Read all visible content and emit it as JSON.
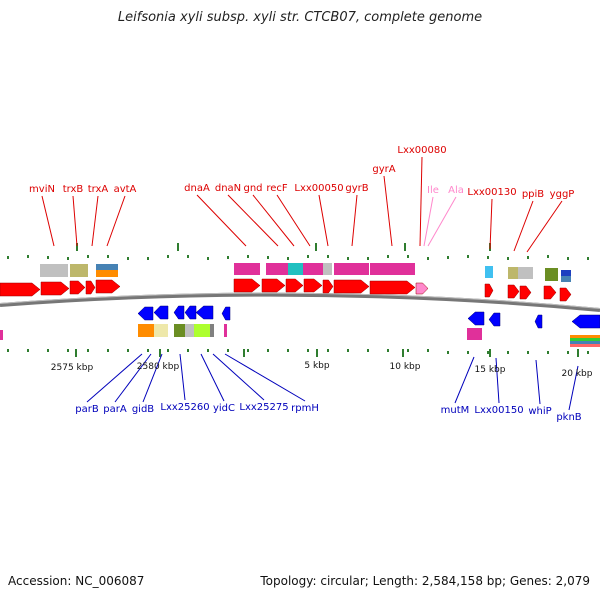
{
  "title": "Leifsonia xyli subsp. xyli str. CTCB07, complete genome",
  "footer": {
    "accession": "Accession: NC_006087",
    "summary": "Topology: circular; Length: 2,584,158 bp; Genes: 2,079"
  },
  "colors": {
    "forward_label": "#dd0000",
    "reverse_label": "#0000bb",
    "trna_label": "#ff88cc",
    "forward_cds": "#ff0000",
    "reverse_cds": "#0000ff",
    "trna": "#ff66cc",
    "tick": "#2f7d2f",
    "backbone": "#777777"
  },
  "scale_labels": [
    "2575 kbp",
    "2580 kbp",
    "5 kbp",
    "10 kbp",
    "15 kbp",
    "20 kbp"
  ],
  "forward_labels": [
    "mviN",
    "trxB",
    "trxA",
    "avtA",
    "dnaA",
    "dnaN",
    "gnd",
    "recF",
    "Lxx00050",
    "gyrB",
    "gyrA",
    "Lxx00080",
    "Ile",
    "Ala",
    "Lxx00130",
    "ppiB",
    "yggP"
  ],
  "reverse_labels": [
    "parB",
    "parA",
    "gidB",
    "Lxx25260",
    "yidC",
    "Lxx25275",
    "rpmH",
    "mutM",
    "Lxx00150",
    "whiP",
    "pknB"
  ]
}
